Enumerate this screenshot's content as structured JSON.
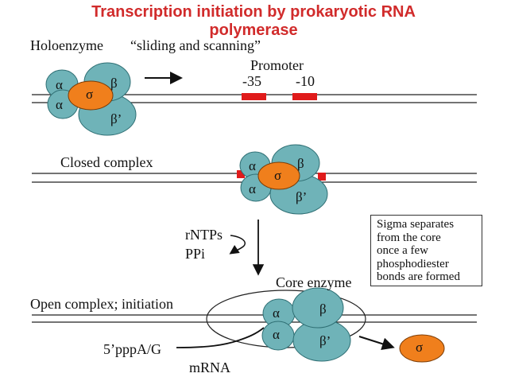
{
  "title_line1": "Transcription initiation by prokaryotic RNA",
  "title_line2": "polymerase",
  "labels": {
    "holoenzyme": "Holoenzyme",
    "sliding": "“sliding and scanning”",
    "promoter": "Promoter",
    "minus35": "-35",
    "minus10": "-10",
    "closed_complex": "Closed complex",
    "rntps": "rNTPs",
    "ppi": "PPi",
    "core_enzyme": "Core enzyme",
    "open_complex": "Open complex; initiation",
    "pppag": "5’pppA/G",
    "mrna": "mRNA"
  },
  "note_lines": [
    "Sigma separates",
    "from the core",
    "once a few",
    "phosphodiester",
    "bonds are formed"
  ],
  "greek": {
    "alpha": "α",
    "beta": "β",
    "beta_prime": "β’",
    "sigma": "σ"
  },
  "colors": {
    "title": "#d12b2b",
    "subunit": "#6fb3b8",
    "sigma": "#f07f1c",
    "promoter_box": "#e01b1b",
    "dna": "#222222"
  }
}
